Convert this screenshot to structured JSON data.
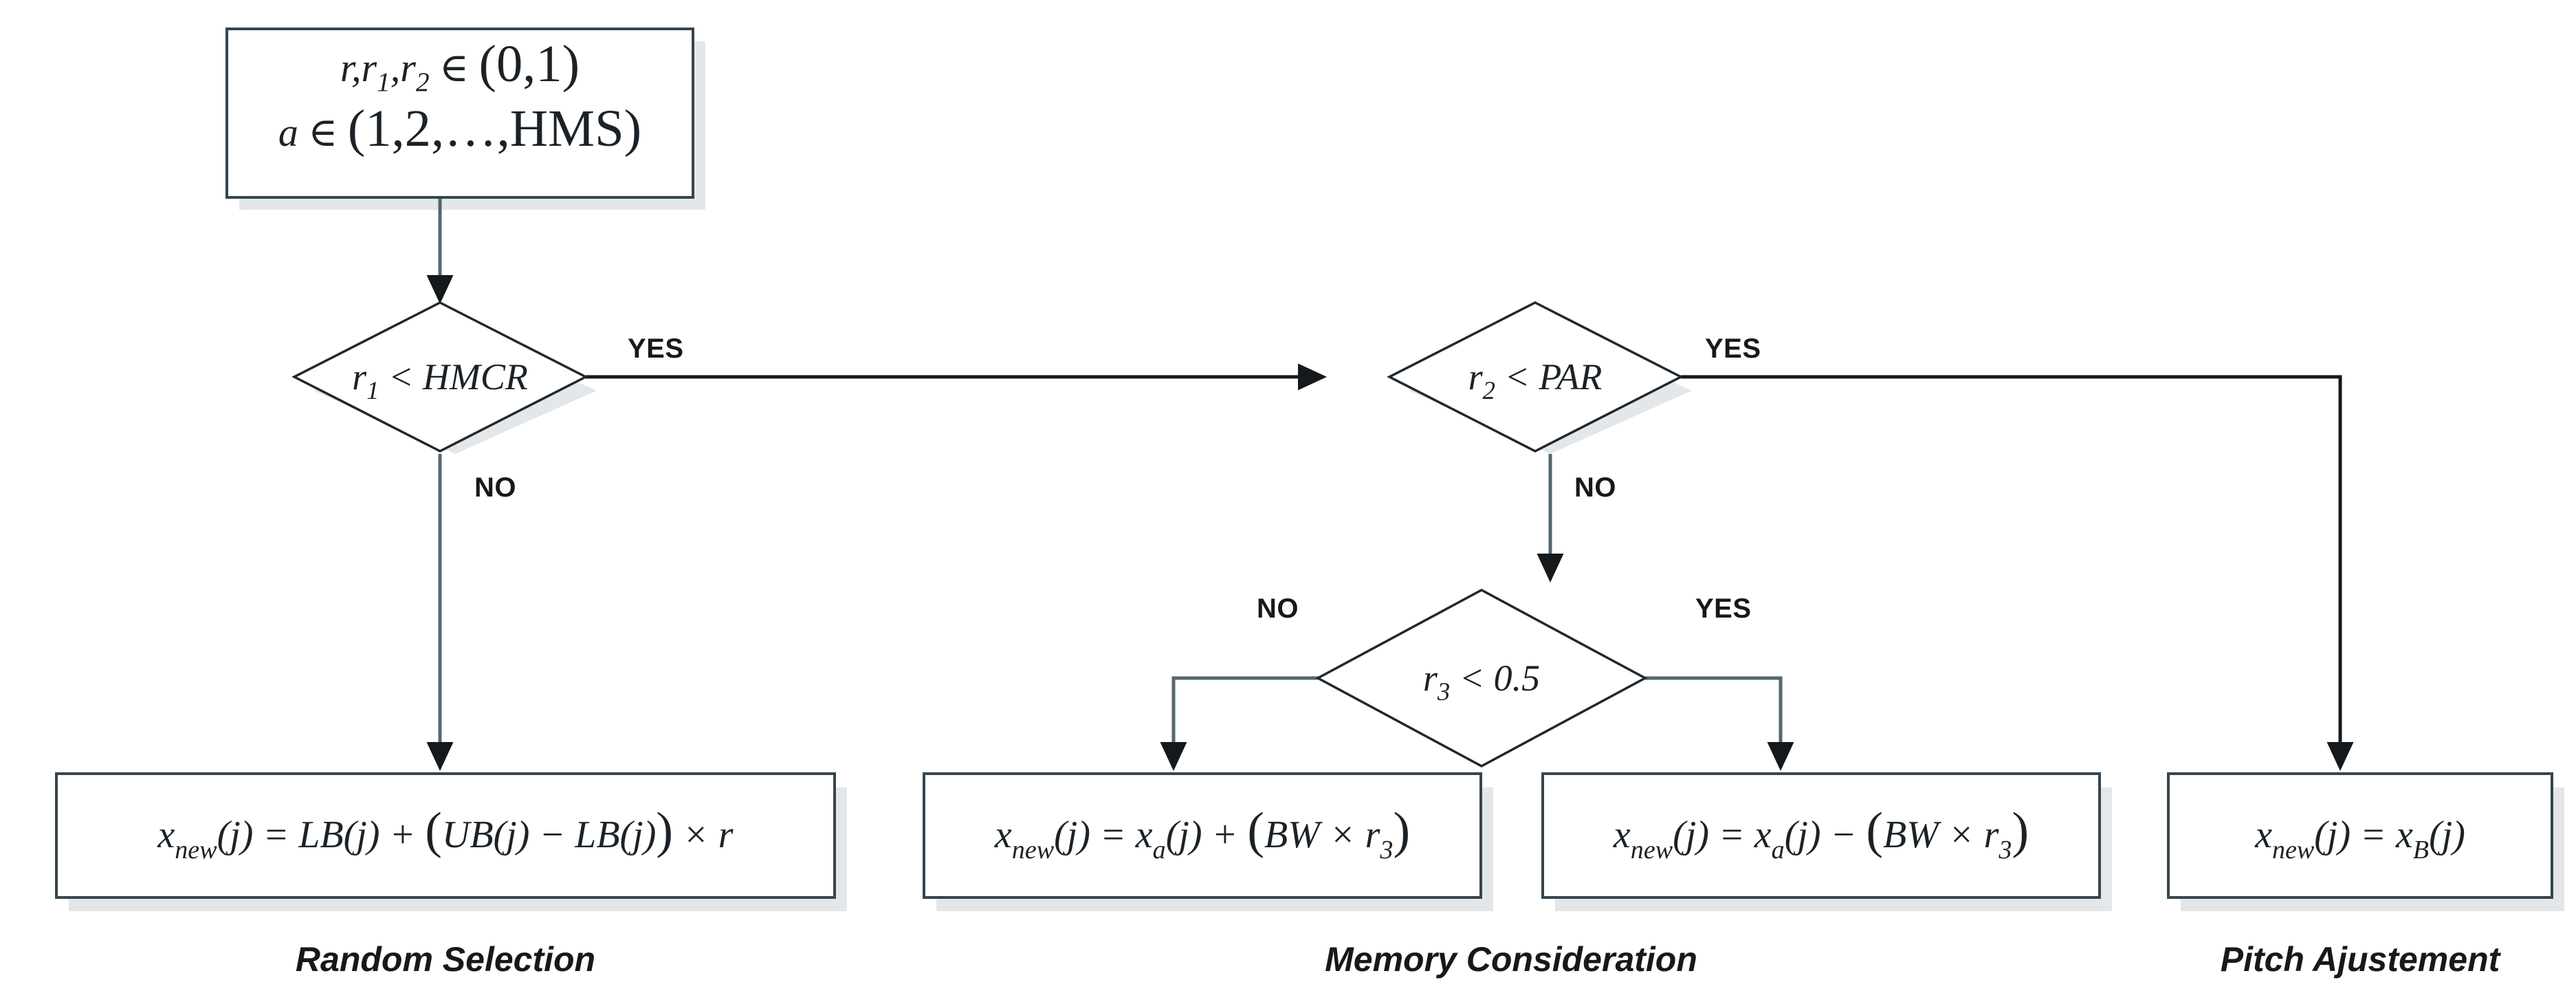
{
  "diagram": {
    "title": "Harmony Search new-harmony improvisation flowchart",
    "colors": {
      "shape_border": "#36454f",
      "diamond_border": "#20282e",
      "connector": "#56666f",
      "shadow": "#e3e7ea",
      "background": "#ffffff",
      "text": "#16191c"
    },
    "start_box": {
      "line1": "r,r₁,r₂ ∈ (0,1)",
      "line1_parts": {
        "vars": "r,r",
        "s1": "1",
        "mid": ",r",
        "s2": "2",
        "rel": " ∈ ",
        "range": "(0,1)"
      },
      "line2": "a ∈ (1,2,…,HMS)",
      "line2_parts": {
        "var": "a",
        "rel": " ∈ ",
        "range": "(1,2,…,HMS)"
      }
    },
    "decisions": [
      {
        "id": "d1",
        "text": "r₁ < HMCR",
        "lhs": "r",
        "lhs_sub": "1",
        "op": " < ",
        "rhs": "HMCR",
        "yes_label": "YES",
        "no_label": "NO",
        "yes_target": "r₂ < PAR",
        "no_target": "x_new(j) = LB(j) + (UB(j) − LB(j)) × r"
      },
      {
        "id": "d2",
        "text": "r₂ < PAR",
        "lhs": "r",
        "lhs_sub": "2",
        "op": " < ",
        "rhs": "PAR",
        "yes_label": "YES",
        "no_label": "NO",
        "yes_target": "x_new(j) = x_B(j)",
        "no_target": "r₃ < 0.5"
      },
      {
        "id": "d3",
        "text": "r₃ < 0.5",
        "lhs": "r",
        "lhs_sub": "3",
        "op": " < ",
        "rhs": "0.5",
        "yes_label": "YES",
        "no_label": "NO",
        "yes_target": "x_new(j) = x_a(j) − (BW × r₃)",
        "no_target": "x_new(j) = x_new(j) + (BW × r₃)"
      }
    ],
    "result_boxes": [
      {
        "id": "b1",
        "formula": "x_new(j) = LB(j) + (UB(j) − LB(j)) × r",
        "parts": {
          "x": "x",
          "xsub": "new",
          "arg": "(j) = ",
          "body": "LB(j) + ",
          "paren_open": "(",
          "inner": "UB(j) − LB(j)",
          "paren_close": ")",
          "tail": " × r"
        }
      },
      {
        "id": "b2",
        "formula": "x_new(j) = x_a(j) + (BW × r₃)",
        "parts": {
          "x": "x",
          "xsub": "new",
          "arg": "(j) = ",
          "x2": "x",
          "x2sub": "a",
          "arg2": "(j) + ",
          "paren_open": "(",
          "inner": "BW × r",
          "inner_sub": "3",
          "paren_close": ")"
        }
      },
      {
        "id": "b3",
        "formula": "x_new(j) = x_a(j) − (BW × r₃)",
        "parts": {
          "x": "x",
          "xsub": "new",
          "arg": "(j) = ",
          "x2": "x",
          "x2sub": "a",
          "arg2": "(j) − ",
          "paren_open": "(",
          "inner": "BW × r",
          "inner_sub": "3",
          "paren_close": ")"
        }
      },
      {
        "id": "b4",
        "formula": "x_new(j) = x_B(j)",
        "parts": {
          "x": "x",
          "xsub": "new",
          "arg": "(j) = ",
          "x2": "x",
          "x2sub": "B",
          "arg2": "(j)"
        }
      }
    ],
    "captions": [
      {
        "id": "c1",
        "label": "Random Selection"
      },
      {
        "id": "c2",
        "label": "Memory Consideration"
      },
      {
        "id": "c3",
        "label": "Pitch Ajustement"
      }
    ],
    "edge_labels": {
      "d1_yes": "YES",
      "d1_no": "NO",
      "d2_yes": "YES",
      "d2_no": "NO",
      "d3_no": "NO",
      "d3_yes": "YES"
    }
  },
  "chart_data": {
    "type": "table",
    "title": "Harmony Search improvisation decision tree",
    "nodes": [
      {
        "kind": "process",
        "id": "start",
        "text": "r,r1,r2 ∈ (0,1) ; a ∈ (1,2,…,HMS)"
      },
      {
        "kind": "decision",
        "id": "d1",
        "text": "r1 < HMCR"
      },
      {
        "kind": "decision",
        "id": "d2",
        "text": "r2 < PAR"
      },
      {
        "kind": "decision",
        "id": "d3",
        "text": "r3 < 0.5"
      },
      {
        "kind": "process",
        "id": "b1",
        "text": "xnew(j) = LB(j) + (UB(j) − LB(j)) × r"
      },
      {
        "kind": "process",
        "id": "b2",
        "text": "xnew(j) = xa(j) + (BW × r3)"
      },
      {
        "kind": "process",
        "id": "b3",
        "text": "xnew(j) = xa(j) − (BW × r3)"
      },
      {
        "kind": "process",
        "id": "b4",
        "text": "xnew(j) = xB(j)"
      }
    ],
    "edges": [
      {
        "from": "start",
        "to": "d1",
        "label": ""
      },
      {
        "from": "d1",
        "to": "d2",
        "label": "YES"
      },
      {
        "from": "d1",
        "to": "b1",
        "label": "NO"
      },
      {
        "from": "d2",
        "to": "b4",
        "label": "YES"
      },
      {
        "from": "d2",
        "to": "d3",
        "label": "NO"
      },
      {
        "from": "d3",
        "to": "b2",
        "label": "NO"
      },
      {
        "from": "d3",
        "to": "b3",
        "label": "YES"
      }
    ],
    "groups": [
      {
        "label": "Random Selection",
        "nodes": [
          "b1"
        ]
      },
      {
        "label": "Memory Consideration",
        "nodes": [
          "b2",
          "b3"
        ]
      },
      {
        "label": "Pitch Ajustement",
        "nodes": [
          "b4"
        ]
      }
    ]
  }
}
